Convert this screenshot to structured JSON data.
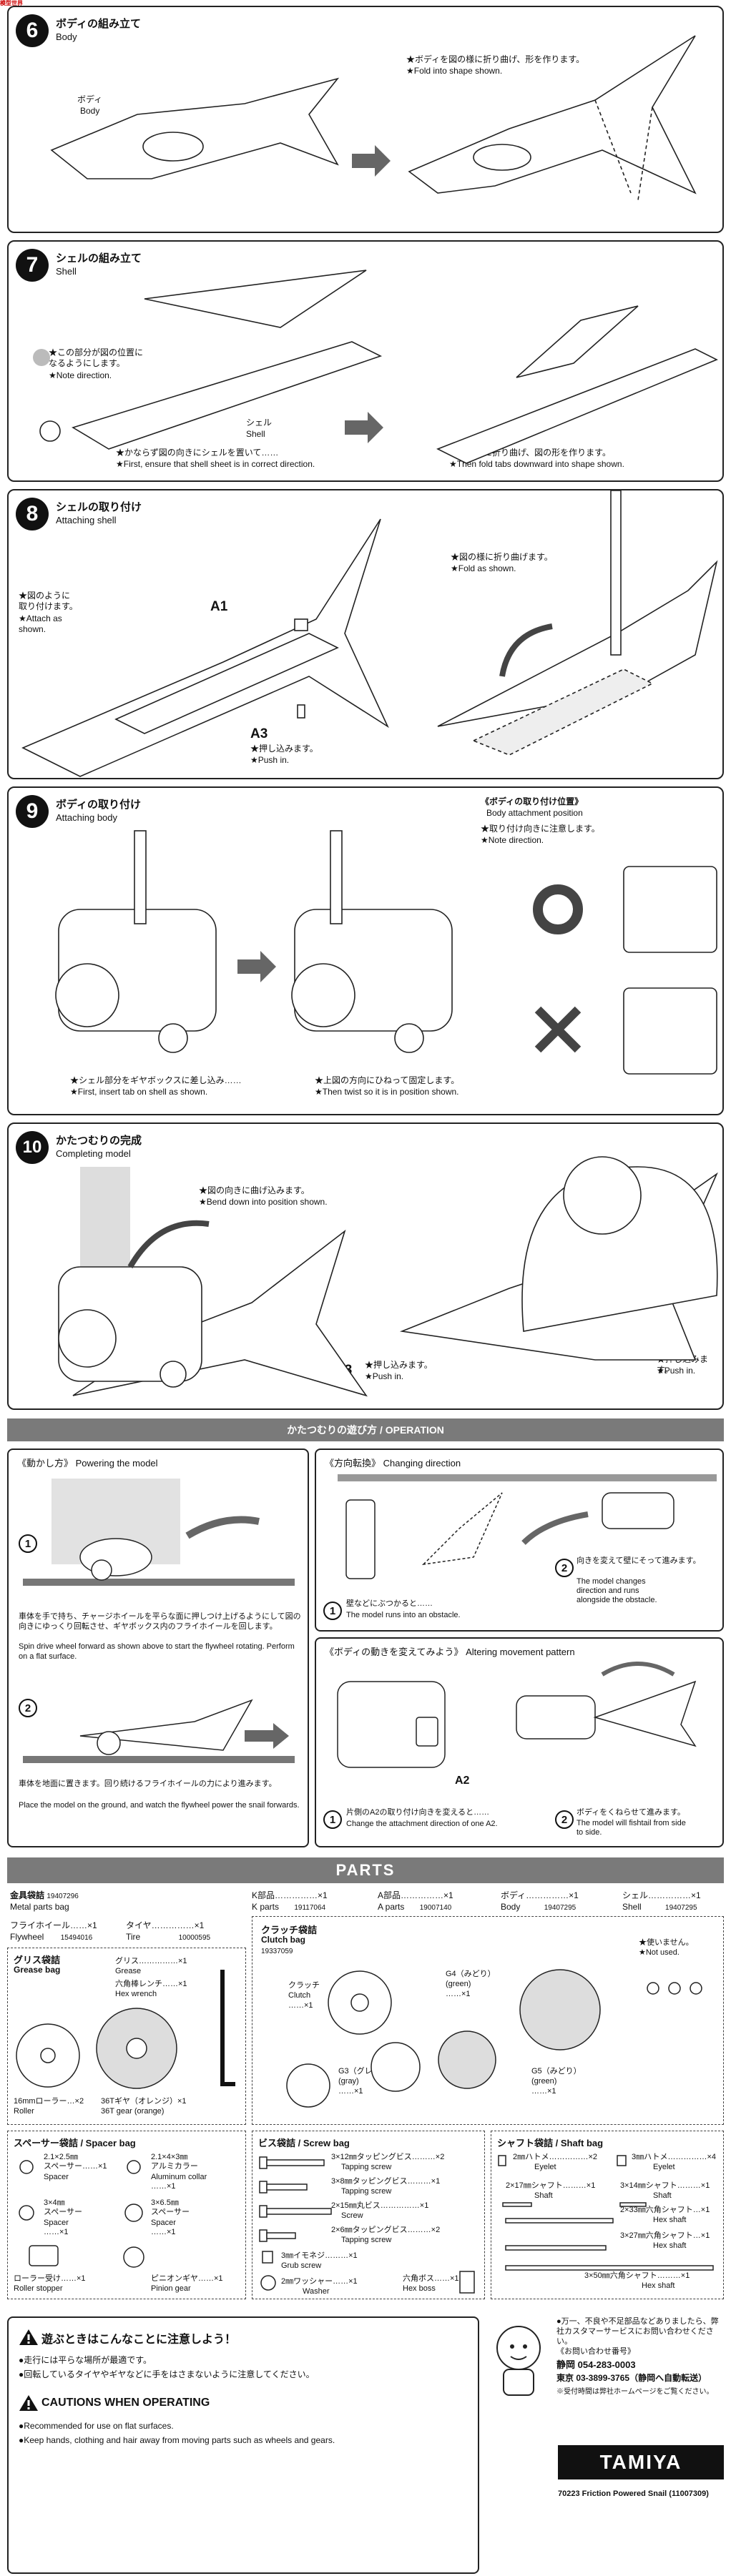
{
  "logo": {
    "text": "模型世界"
  },
  "steps": [
    {
      "num": "6",
      "jp": "ボディの組み立て",
      "en": "Body",
      "label_body_jp": "ボディ",
      "label_body_en": "Body",
      "note_jp": "★ボディを図の様に折り曲げ、形を作ります。",
      "note_en": "★Fold into shape shown."
    },
    {
      "num": "7",
      "jp": "シェルの組み立て",
      "en": "Shell",
      "note1_jp": "★この部分が図の位置に\nなるようにします。",
      "note1_en": "★Note direction.",
      "label_shell_jp": "シェル",
      "label_shell_en": "Shell",
      "note2_jp": "★かならず図の向きにシェルを置いて……",
      "note2_en": "★First, ensure that shell sheet is in correct direction.",
      "note3_jp": "★下向きに折り曲げ、図の形を作ります。",
      "note3_en": "★Then fold tabs downward into shape shown."
    },
    {
      "num": "8",
      "jp": "シェルの取り付け",
      "en": "Attaching shell",
      "note1_jp": "★図のように\n取り付けます。",
      "note1_en": "★Attach as\nshown.",
      "label_a1": "A1",
      "label_a3": "A3",
      "note_push_jp": "★押し込みます。",
      "note_push_en": "★Push in.",
      "note2_jp": "★図の様に折り曲げます。",
      "note2_en": "★Fold as shown."
    },
    {
      "num": "9",
      "jp": "ボディの取り付け",
      "en": "Attaching body",
      "pos_jp": "《ボディの取り付け位置》",
      "pos_en": "Body attachment position",
      "pos_note_jp": "★取り付け向きに注意します。",
      "pos_note_en": "★Note direction.",
      "note1_jp": "★シェル部分をギヤボックスに差し込み……",
      "note1_en": "★First, insert tab on shell as shown.",
      "note2_jp": "★上図の方向にひねって固定します。",
      "note2_en": "★Then twist so it is in position shown."
    },
    {
      "num": "10",
      "jp": "かたつむりの完成",
      "en": "Completing model",
      "note1_jp": "★図の向きに曲げ込みます。",
      "note1_en": "★Bend down into position shown.",
      "label_a3": "A3",
      "note_push_jp": "★押し込みます。",
      "note_push_en": "★Push in."
    }
  ],
  "operation": {
    "bar": "かたつむりの遊び方 / OPERATION",
    "power": {
      "title_jp": "《動かし方》",
      "title_en": "Powering the model",
      "n1": "1",
      "n2": "2",
      "text1_jp": "車体を手で持ち、チャージホイールを平らな面に押しつけ上げるようにして図の向きにゆっくり回転させ、ギヤボックス内のフライホイールを回します。",
      "text1_en": "Spin drive wheel forward as shown above to start the flywheel rotating. Perform on a flat surface.",
      "text2_jp": "車体を地面に置きます。回り続けるフライホイールの力により進みます。",
      "text2_en": "Place the model on the ground, and watch the flywheel power the snail forwards."
    },
    "direction": {
      "title_jp": "《方向転換》",
      "title_en": "Changing direction",
      "n1": "1",
      "n2": "2",
      "t1_jp": "壁などにぶつかると……",
      "t1_en": "The model runs into an obstacle.",
      "t2_jp": "向きを変えて壁にそって進みます。",
      "t2_en": "The model changes\ndirection and runs\nalongside the obstacle."
    },
    "altering": {
      "title_jp": "《ボディの動きを変えてみよう》",
      "title_en": "Altering movement pattern",
      "n1": "1",
      "n2": "2",
      "label_a2": "A2",
      "t1_jp": "片側のA2の取り付け向きを変えると……",
      "t1_en": "Change the attachment direction of one A2.",
      "t2_jp": "ボディをくねらせて進みます。",
      "t2_en": "The model will fishtail from side\nto side."
    }
  },
  "parts": {
    "bar": "PARTS",
    "metal_jp": "金具袋詰",
    "metal_code": "19407296",
    "metal_en": "Metal parts bag",
    "k_jp": "K部品……………×1",
    "k_en": "K parts",
    "k_code": "19117064",
    "a_jp": "A部品……………×1",
    "a_en": "A parts",
    "a_code": "19007140",
    "body_jp": "ボディ……………×1",
    "body_en": "Body",
    "body_code": "19407295",
    "shell_jp": "シェル……………×1",
    "shell_en": "Shell",
    "shell_code": "19407295",
    "flywheel_jp": "フライホイール……×1",
    "flywheel_en": "Flywheel",
    "flywheel_code": "15494016",
    "tire_jp": "タイヤ……………×1",
    "tire_en": "Tire",
    "tire_code": "10000595",
    "grease_title": "グリス袋詰",
    "grease_en": "Grease bag",
    "grease_item_jp": "グリス……………×1",
    "grease_item_en": "Grease",
    "hex_jp": "六角棒レンチ……×1",
    "hex_en": "Hex wrench",
    "roller_jp": "16mmローラー…×2",
    "roller_en": "Roller",
    "gear_jp": "36Tギヤ（オレンジ）×1",
    "gear_en": "36T gear (orange)",
    "clutch_title": "クラッチ袋詰",
    "clutch_en": "Clutch bag",
    "clutch_code": "19337059",
    "clutch_item_jp": "クラッチ",
    "clutch_item_en": "Clutch",
    "clutch_qty": "……×1",
    "g3_jp": "G3（グレイ）",
    "g3_en": "(gray)",
    "g3_qty": "……×1",
    "g4_jp": "G4（みどり）",
    "g4_en": "(green)",
    "g4_qty": "……×1",
    "g5_jp": "G5（みどり）",
    "g5_en": "(green)",
    "g5_qty": "……×1",
    "notused_jp": "★使いません。",
    "notused_en": "★Not used.",
    "spacer_title": "スペーサー袋詰 / Spacer bag",
    "sp1_jp": "2.1×2.5㎜\nスペーサー……×1",
    "sp1_en": "Spacer",
    "sp2_jp": "2.1×4×3㎜\nアルミカラー",
    "sp2_en": "Aluminum collar\n……×1",
    "sp3_jp": "3×4㎜\nスペーサー",
    "sp3_en": "Spacer\n……×1",
    "sp4_jp": "3×6.5㎜\nスペーサー",
    "sp4_en": "Spacer\n……×1",
    "stopper_jp": "ローラー受け……×1",
    "stopper_en": "Roller stopper",
    "pinion_jp": "ピニオンギヤ……×1",
    "pinion_en": "Pinion gear",
    "screw_title": "ビス袋詰 / Screw bag",
    "sc1_jp": "3×12㎜タッピングビス………×2",
    "sc1_en": "Tapping screw",
    "sc2_jp": "3×8㎜タッピングビス………×1",
    "sc2_en": "Tapping screw",
    "sc3_jp": "2×15㎜丸ビス……………×1",
    "sc3_en": "Screw",
    "sc4_jp": "2×6㎜タッピングビス………×2",
    "sc4_en": "Tapping screw",
    "grub_jp": "3㎜イモネジ………×1",
    "grub_en": "Grub screw",
    "washer_jp": "2㎜ワッシャー……×1",
    "washer_en": "Washer",
    "boss_jp": "六角ボス……×1",
    "boss_en": "Hex boss",
    "shaft_title": "シャフト袋詰 / Shaft bag",
    "eyelet1_jp": "2㎜ハトメ……………×2",
    "eyelet1_en": "Eyelet",
    "eyelet2_jp": "3㎜ハトメ……………×4",
    "eyelet2_en": "Eyelet",
    "sh1_jp": "2×17㎜シャフト………×1",
    "sh1_en": "Shaft",
    "sh2_jp": "3×14㎜シャフト………×1",
    "sh2_en": "Shaft",
    "sh3_jp": "2×33㎜六角シャフト…×1",
    "sh3_en": "Hex shaft",
    "sh4_jp": "3×27㎜六角シャフト…×1",
    "sh4_en": "Hex shaft",
    "sh5_jp": "3×50㎜六角シャフト………×1",
    "sh5_en": "Hex shaft"
  },
  "footer": {
    "safety_title": "遊ぶときはこんなことに注意しよう！",
    "safety_1": "●走行には平らな場所が最適です。",
    "safety_2": "●回転しているタイヤやギヤなどに手をはさまないように注意してください。",
    "caution_title": "CAUTIONS WHEN OPERATING",
    "caution_1": "●Recommended for use on flat surfaces.",
    "caution_2": "●Keep hands, clothing and hair away from moving parts such as wheels and gears.",
    "service_jp": "●万一、不良や不足部品などありましたら、弊社カスタマーサービスにお問い合わせください。\n《お問い合わせ番号》",
    "shizuoka": "静岡  054-283-0003",
    "tokyo": "東京  03-3899-3765（静岡へ自動転送）",
    "hours": "※受付時間は弊社ホームページをご覧ください。",
    "brand": "TAMIYA",
    "item": "70223  Friction Powered Snail (11007309)"
  }
}
